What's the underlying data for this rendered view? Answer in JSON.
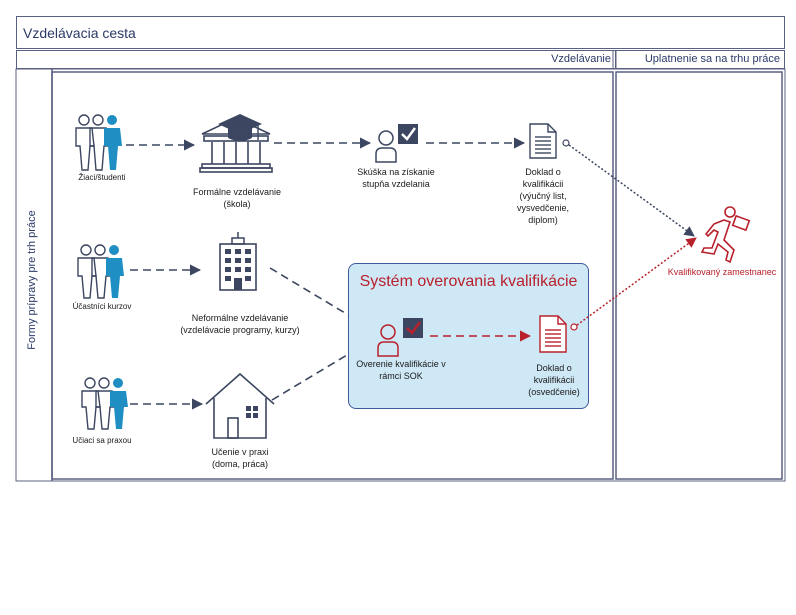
{
  "title": "Vzdelávacia cesta",
  "header": {
    "col_education": "Vzdelávanie",
    "col_market": "Uplatnenie sa na trhu práce"
  },
  "side_label": "Formy prípravy pre trh práce",
  "rows": {
    "learners_1": "Žiaci/študenti",
    "learners_2": "Účastníci kurzov",
    "learners_3": "Učiaci sa praxou"
  },
  "nodes": {
    "formal_line1": "Formálne vzdelávanie",
    "formal_line2": "(škola)",
    "exam_line1": "Skúška na získanie",
    "exam_line2": "stupňa vzdelania",
    "doc1_line1": "Doklad o",
    "doc1_line2": "kvalifikácii",
    "doc1_line3": "(výučný list,",
    "doc1_line4": "vysvedčenie,",
    "doc1_line5": "diplom)",
    "nonformal_line1": "Neformálne vzdelávanie",
    "nonformal_line2": "(vzdelávacie programy, kurzy)",
    "practice_line1": "Učenie v praxi",
    "practice_line2": "(doma, práca)",
    "verify_line1": "Overenie kvalifikácie v",
    "verify_line2": "rámci SOK",
    "doc2_line1": "Doklad o",
    "doc2_line2": "kvalifikácii",
    "doc2_line3": "(osvedčenie)",
    "worker": "Kvalifikovaný zamestnanec"
  },
  "sok_title": "Systém overovania kvalifikácie",
  "colors": {
    "frame": "#5a6180",
    "icon_dark": "#3c4660",
    "icon_blue": "#1f8fc3",
    "accent_red": "#b8202c",
    "sok_fill": "#cfe8f6"
  }
}
